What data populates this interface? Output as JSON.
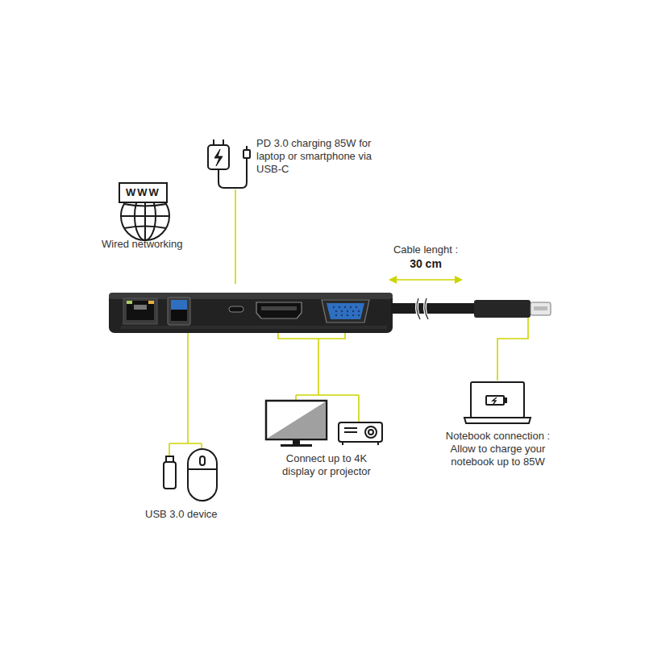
{
  "diagram": {
    "nodes": [
      {
        "text": [
          "WWW"
        ]
      }
    ],
    "labels": [
      "Wired networking",
      "PD 3.0 charging 85W for laptop or smartphone via USB-C",
      "Cable lenght :",
      "30 cm",
      "Connect up to 4K display or projector",
      "Notebook connection : Allow to charge your notebook up to 85W",
      "USB 3.0 device"
    ]
  }
}
